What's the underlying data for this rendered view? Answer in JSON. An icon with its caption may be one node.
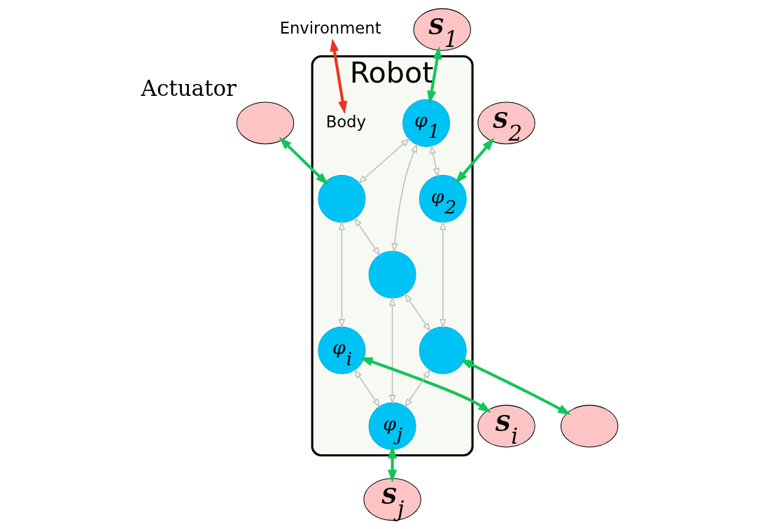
{
  "diagram": {
    "nodes": [
      {
        "text": [
          "Robot"
        ]
      },
      {
        "text": [
          "Environment"
        ]
      },
      {
        "text": [
          "**S**$_{1}$"
        ]
      },
      {
        "text": [],
        "shape": "ellipse",
        "beside": [
          "Actuator"
        ]
      },
      {
        "text": [
          "Body"
        ],
        "in": 0
      },
      {
        "text": [
          "*φ*$_{1}$"
        ],
        "in": 0
      },
      {
        "text": [],
        "shape": "circle",
        "in": 0
      },
      {
        "text": [
          "**S**$_{2}$"
        ]
      },
      {
        "text": [
          "*φ*$_{2}$"
        ],
        "in": 0
      },
      {
        "text": [],
        "shape": "circle",
        "in": 0
      },
      {
        "text": [
          "*φ*$_{i}$"
        ],
        "in": 0
      },
      {
        "text": [
          "**S**$_{i}$"
        ]
      },
      {
        "text": [],
        "shape": "circle",
        "in": 0
      },
      {
        "text": [
          "*φ*$_{j}$"
        ],
        "in": 0
      },
      {
        "text": [],
        "shape": "ellipse"
      },
      {
        "text": [
          "**S**$_{j}$"
        ]
      }
    ],
    "edges": [
      {
        "from": 1,
        "to": 4,
        "arrow": "both",
        "style": "thick",
        "color": "#f0321e"
      },
      {
        "from": 2,
        "to": 5,
        "arrow": "both",
        "style": "thick",
        "color": "#14c35a"
      },
      {
        "from": 3,
        "to": 6,
        "arrow": "both",
        "style": "thick",
        "color": "#14c35a"
      },
      {
        "from": 7,
        "to": 8,
        "arrow": "both",
        "style": "thick",
        "color": "#14c35a"
      },
      {
        "from": 10,
        "to": 11,
        "arrow": "both",
        "style": "thick",
        "color": "#14c35a"
      },
      {
        "from": 12,
        "to": 14,
        "arrow": "both",
        "style": "thick",
        "color": "#14c35a"
      },
      {
        "from": 13,
        "to": 15,
        "arrow": "both",
        "style": "thick",
        "color": "#14c35a"
      },
      {
        "from": 5,
        "to": 6,
        "arrow": "both"
      },
      {
        "from": 5,
        "to": 8,
        "arrow": "both"
      },
      {
        "from": 5,
        "to": 9,
        "arrow": "both"
      },
      {
        "from": 6,
        "to": 9,
        "arrow": "both"
      },
      {
        "from": 6,
        "to": 10,
        "arrow": "both"
      },
      {
        "from": 8,
        "to": 12,
        "arrow": "both"
      },
      {
        "from": 9,
        "to": 12,
        "arrow": "both"
      },
      {
        "from": 9,
        "to": 13,
        "arrow": "both"
      },
      {
        "from": 10,
        "to": 13,
        "arrow": "both"
      },
      {
        "from": 12,
        "to": 13,
        "arrow": "both"
      }
    ]
  }
}
